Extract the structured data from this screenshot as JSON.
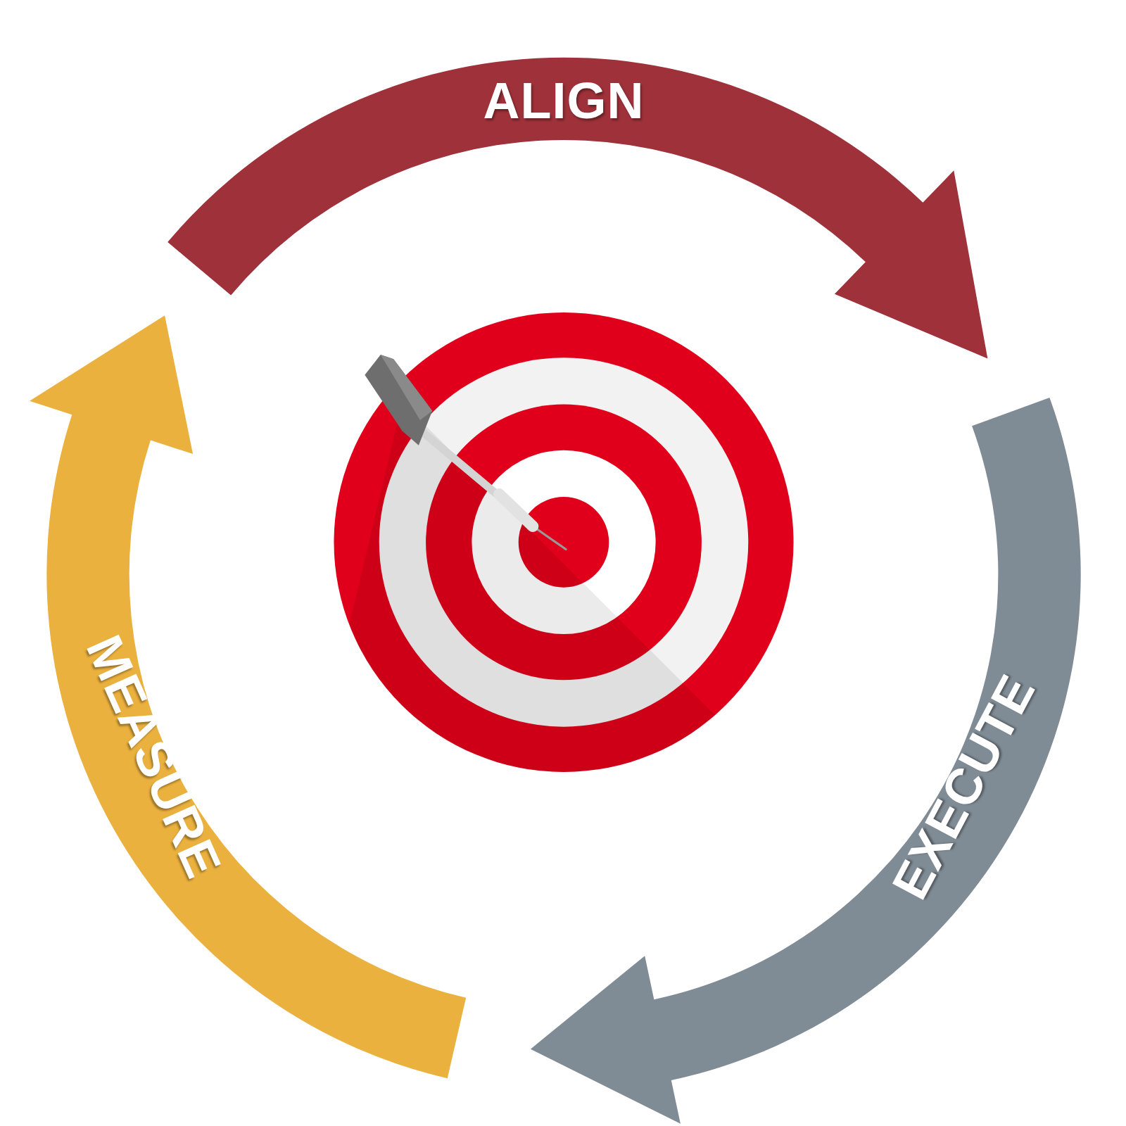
{
  "diagram": {
    "nodes": [
      {
        "text": [
          "ALIGN"
        ]
      },
      {
        "text": [
          "EXECUTE"
        ]
      },
      {
        "text": [
          "MEASURE"
        ]
      }
    ]
  }
}
